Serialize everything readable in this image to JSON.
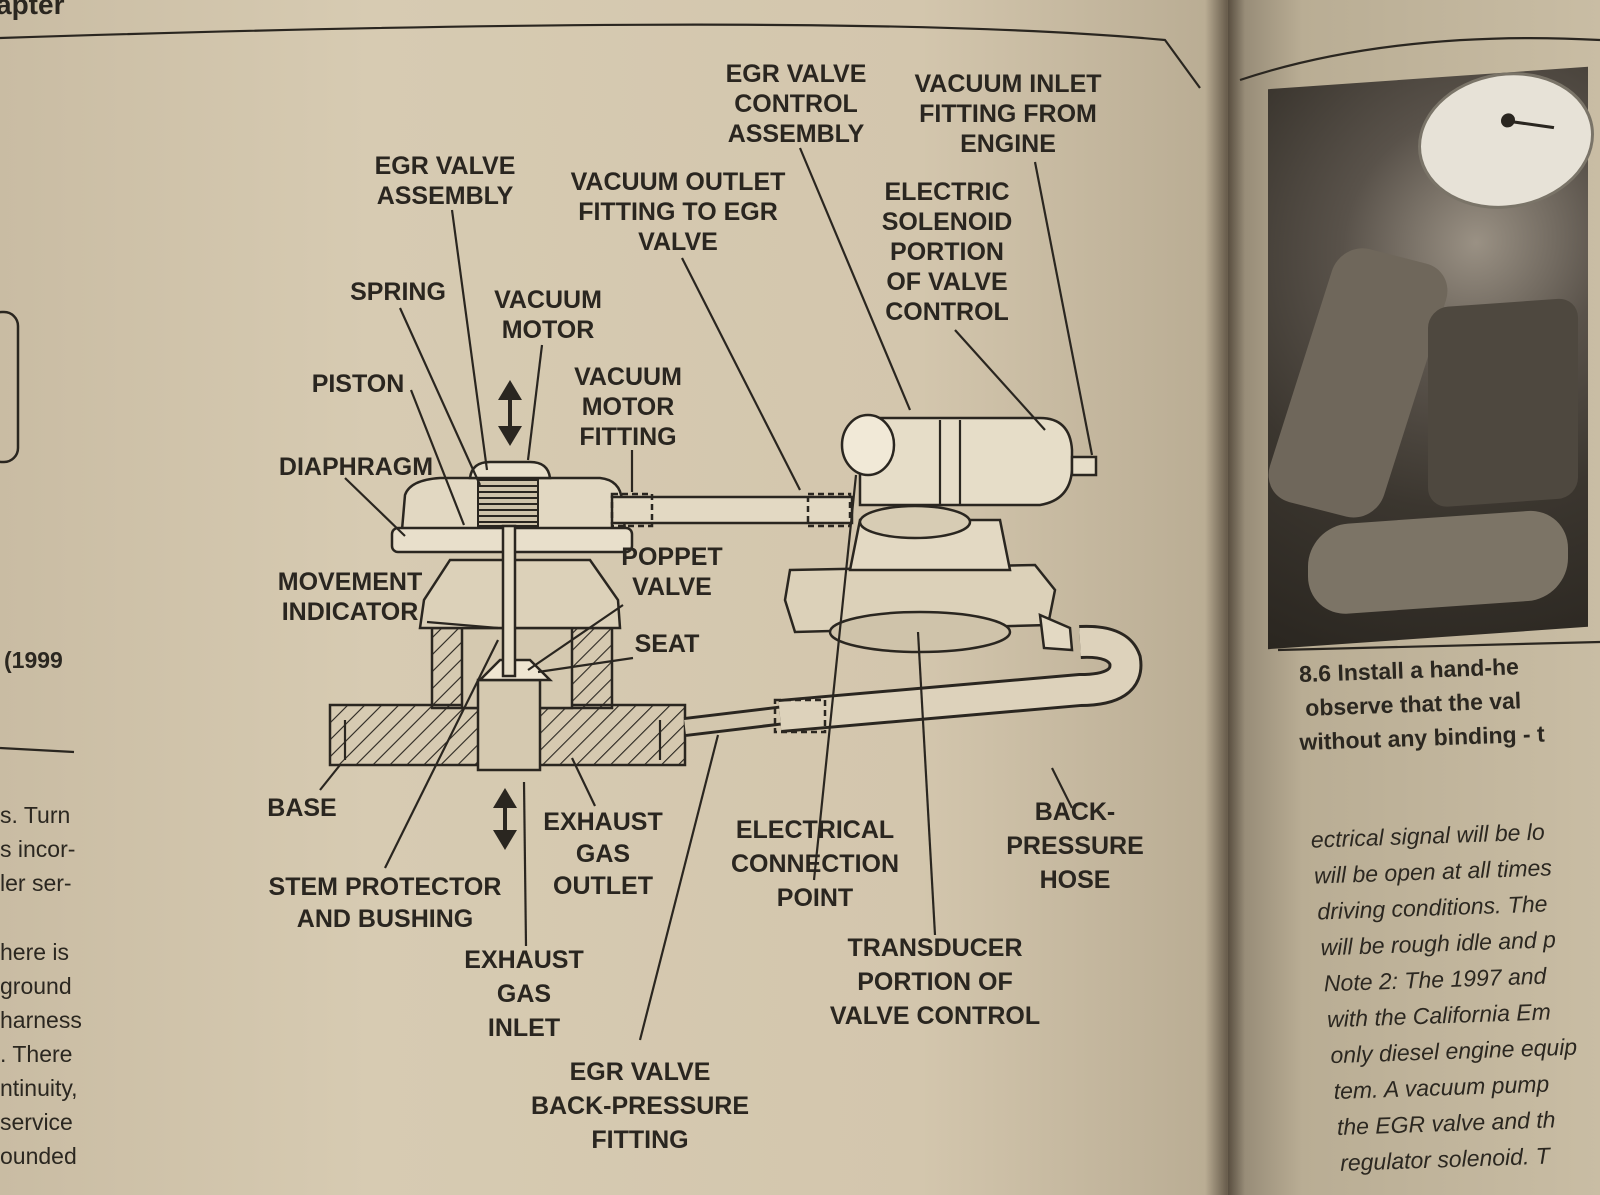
{
  "header_fragment": "apter",
  "left_margin_text": [
    "(1999",
    "s. Turn",
    "s incor-",
    "ler ser-",
    "here is",
    "ground",
    "harness",
    ". There",
    "ntinuity,",
    "service",
    "ounded"
  ],
  "diagram": {
    "labels": {
      "egr_valve_assembly": [
        "EGR VALVE",
        "ASSEMBLY"
      ],
      "vacuum_outlet": [
        "VACUUM OUTLET",
        "FITTING TO EGR",
        "VALVE"
      ],
      "egr_valve_control": [
        "EGR VALVE",
        "CONTROL",
        "ASSEMBLY"
      ],
      "vacuum_inlet": [
        "VACUUM INLET",
        "FITTING FROM",
        "ENGINE"
      ],
      "electric_solenoid": [
        "ELECTRIC",
        "SOLENOID",
        "PORTION",
        "OF VALVE",
        "CONTROL"
      ],
      "spring": [
        "SPRING"
      ],
      "vacuum_motor": [
        "VACUUM",
        "MOTOR"
      ],
      "piston": [
        "PISTON"
      ],
      "vacuum_motor_fitting": [
        "VACUUM",
        "MOTOR",
        "FITTING"
      ],
      "diaphragm": [
        "DIAPHRAGM"
      ],
      "movement_indicator": [
        "MOVEMENT",
        "INDICATOR"
      ],
      "poppet_valve": [
        "POPPET",
        "VALVE"
      ],
      "seat": [
        "SEAT"
      ],
      "base": [
        "BASE"
      ],
      "stem_protector": [
        "STEM PROTECTOR",
        "AND BUSHING"
      ],
      "exhaust_gas_outlet": [
        "EXHAUST",
        "GAS",
        "OUTLET"
      ],
      "exhaust_gas_inlet": [
        "EXHAUST",
        "GAS",
        "INLET"
      ],
      "electrical_connection": [
        "ELECTRICAL",
        "CONNECTION",
        "POINT"
      ],
      "back_pressure_hose": [
        "BACK-",
        "PRESSURE",
        "HOSE"
      ],
      "transducer": [
        "TRANSDUCER",
        "PORTION OF",
        "VALVE CONTROL"
      ],
      "back_pressure_fitting": [
        "EGR VALVE",
        "BACK-PRESSURE",
        "FITTING"
      ]
    }
  },
  "right_page": {
    "caption": [
      "8.6 Install a hand-he",
      "observe that the val",
      "without any binding - t"
    ],
    "body": [
      "ectrical signal will be lo",
      "will be open at all times",
      "driving conditions. The",
      "will be rough idle and p",
      "Note 2: The 1997 and",
      "with the California Em",
      "only diesel engine equip",
      "tem. A vacuum pump",
      "the EGR valve and th",
      "regulator solenoid. T"
    ]
  }
}
